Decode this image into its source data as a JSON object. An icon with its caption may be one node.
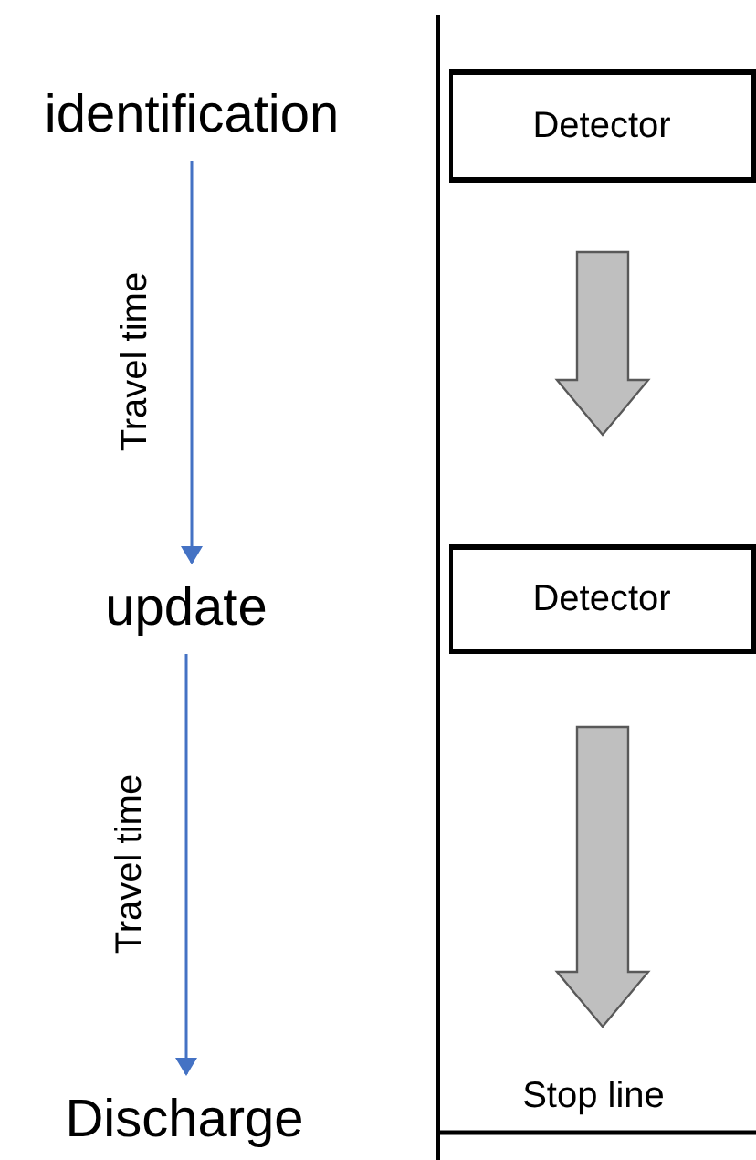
{
  "diagram": {
    "nodes": [
      {
        "text": [
          "identification"
        ]
      },
      {
        "text": [
          "update"
        ]
      },
      {
        "text": [
          "Discharge"
        ]
      },
      {
        "text": [
          "Detector"
        ]
      },
      {
        "text": [
          "Detector"
        ]
      },
      {
        "text": [
          "Stop line"
        ]
      }
    ],
    "edges": [
      {
        "from": 0,
        "to": 1,
        "arrow": "to",
        "label": "Travel time"
      },
      {
        "from": 1,
        "to": 2,
        "arrow": "to",
        "label": "Travel time"
      },
      {
        "from": 3,
        "to": 4,
        "arrow": "to",
        "style": "thick",
        "color": "#bfbfbf"
      },
      {
        "from": 4,
        "to": 5,
        "arrow": "to",
        "style": "thick",
        "color": "#bfbfbf"
      }
    ]
  }
}
